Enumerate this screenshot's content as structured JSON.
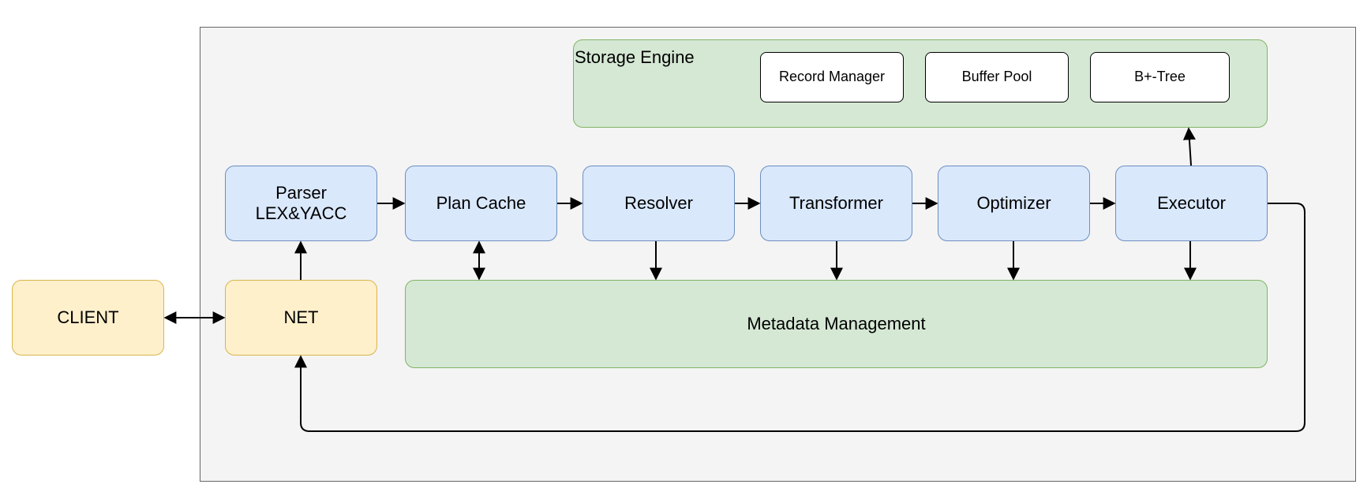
{
  "diagram": {
    "client": "CLIENT",
    "net": "NET",
    "parser": "Parser\nLEX&YACC",
    "plan_cache": "Plan Cache",
    "resolver": "Resolver",
    "transformer": "Transformer",
    "optimizer": "Optimizer",
    "executor": "Executor",
    "metadata": "Metadata Management",
    "storage_engine": {
      "label": "Storage Engine",
      "components": [
        "Record Manager",
        "Buffer Pool",
        "B+-Tree"
      ]
    }
  },
  "colors": {
    "client_net_fill": "#fff0cc",
    "client_net_stroke": "#d9b44a",
    "pipeline_fill": "#dae8fc",
    "pipeline_stroke": "#6c8ebf",
    "storage_metadata_fill": "#d5e8d4",
    "storage_metadata_stroke": "#82b366",
    "container_fill": "#f4f4f4",
    "container_stroke": "#666666"
  }
}
